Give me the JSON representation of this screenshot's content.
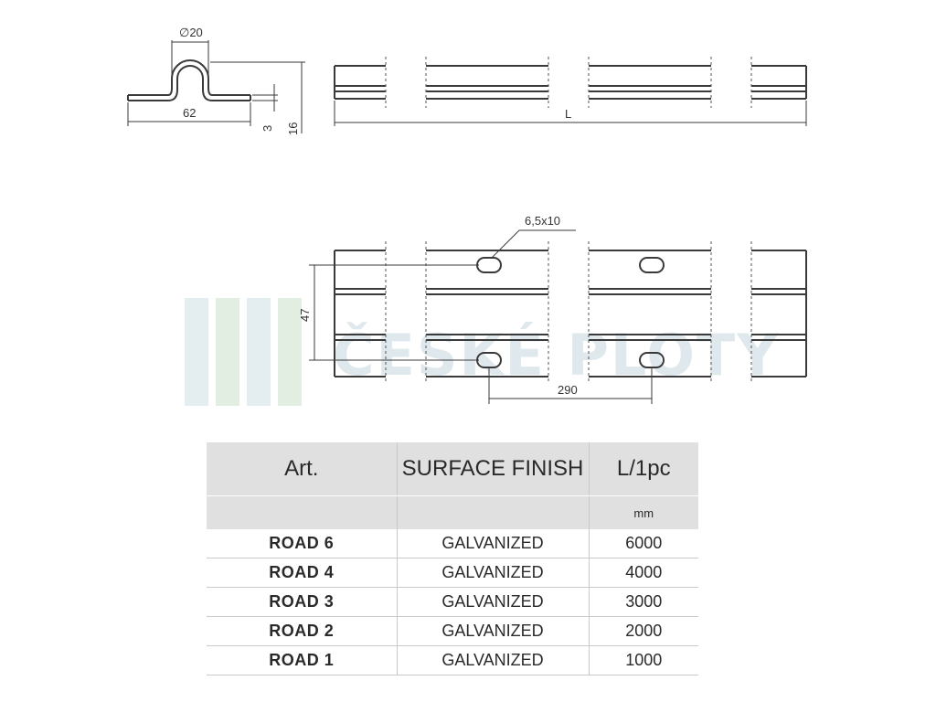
{
  "drawing": {
    "dim_diameter": "∅20",
    "dim_width": "62",
    "dim_thickness": "3",
    "dim_height": "16",
    "dim_length": "L",
    "dim_slot": "6,5x10",
    "dim_hole_distance": "47",
    "dim_hole_spacing": "290",
    "watermark": "ČESKÉ PLOTY"
  },
  "table": {
    "headers": [
      "Art.",
      "SURFACE FINISH",
      "L/1pc"
    ],
    "units": [
      "",
      "",
      "mm"
    ],
    "rows": [
      {
        "art": "ROAD 6",
        "finish": "GALVANIZED",
        "length": "6000"
      },
      {
        "art": "ROAD 4",
        "finish": "GALVANIZED",
        "length": "4000"
      },
      {
        "art": "ROAD 3",
        "finish": "GALVANIZED",
        "length": "3000"
      },
      {
        "art": "ROAD 2",
        "finish": "GALVANIZED",
        "length": "2000"
      },
      {
        "art": "ROAD 1",
        "finish": "GALVANIZED",
        "length": "1000"
      }
    ]
  }
}
